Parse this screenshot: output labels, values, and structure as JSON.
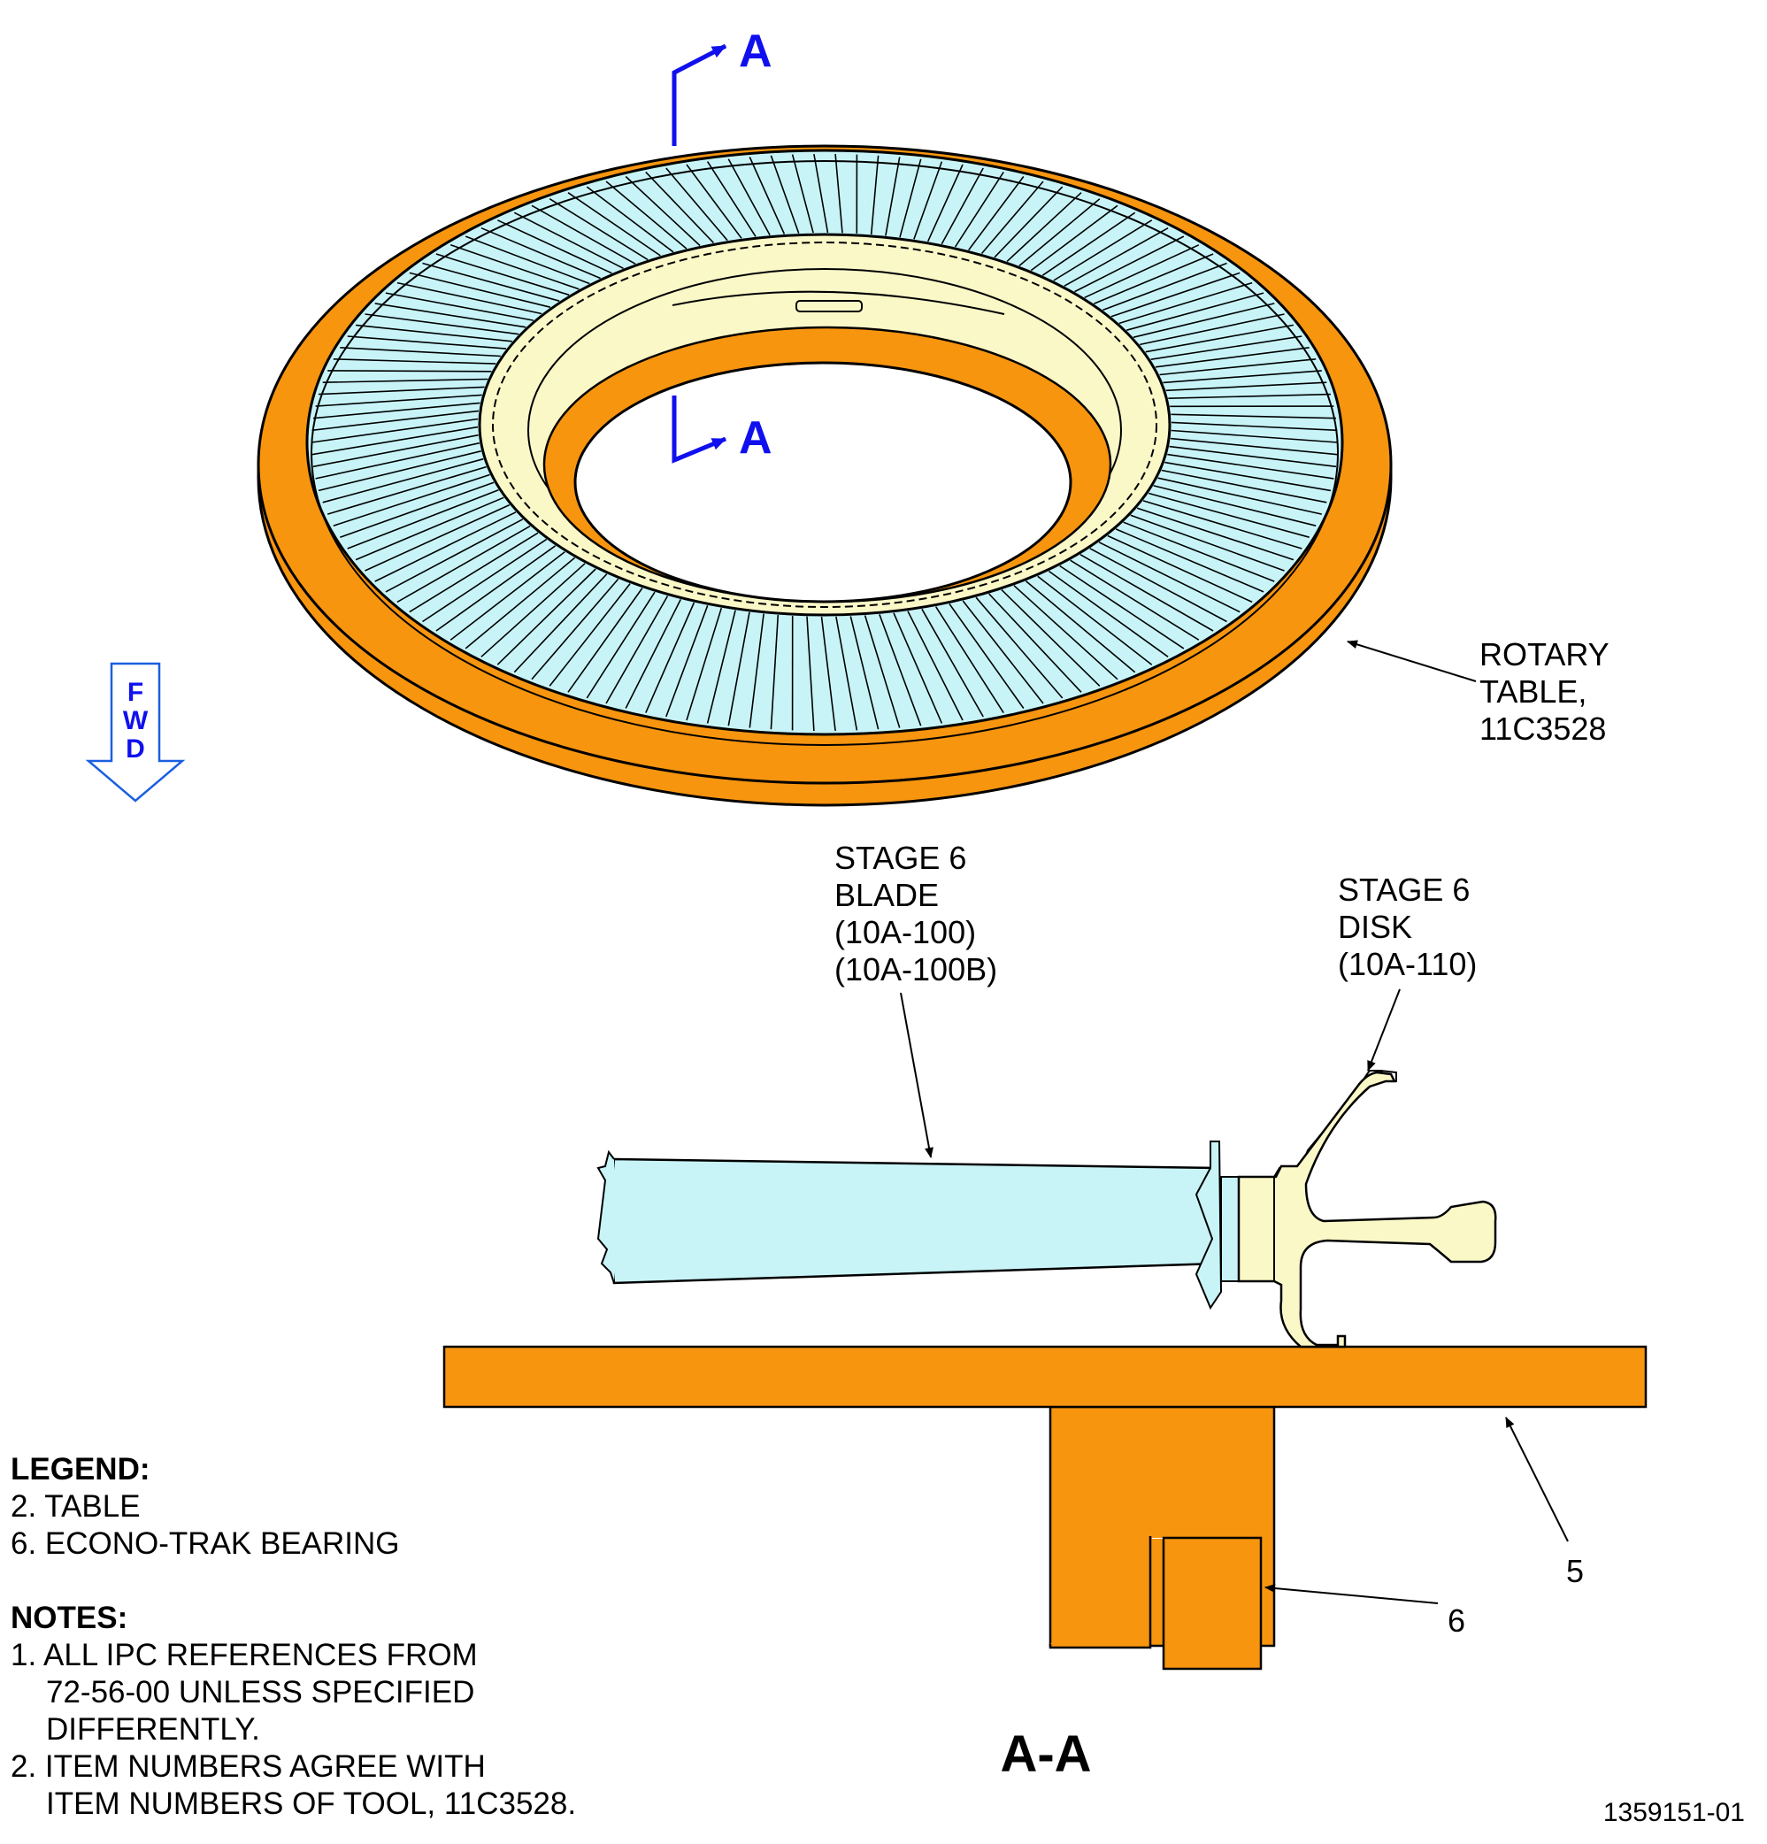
{
  "section_marker": "A",
  "view_title": "A-A",
  "fwd_letters": [
    "F",
    "W",
    "D"
  ],
  "callouts": {
    "rotary_table": [
      "ROTARY",
      "TABLE,",
      "11C3528"
    ],
    "blade": [
      "STAGE 6",
      "BLADE",
      "(10A-100)",
      "(10A-100B)"
    ],
    "disk": [
      "STAGE 6",
      "DISK",
      "(10A-110)"
    ],
    "item_5": "5",
    "item_6": "6"
  },
  "legend": {
    "title": "LEGEND:",
    "items": [
      "2. TABLE",
      "6. ECONO-TRAK BEARING"
    ]
  },
  "notes": {
    "title": "NOTES:",
    "items": [
      [
        "1. ALL IPC REFERENCES FROM",
        "72-56-00 UNLESS SPECIFIED",
        "DIFFERENTLY."
      ],
      [
        "2. ITEM NUMBERS AGREE WITH",
        "ITEM NUMBERS OF TOOL, 11C3528."
      ]
    ]
  },
  "figure_id": "1359151-01",
  "colors": {
    "orange": "#f7950f",
    "blade": "#c8f4f8",
    "disk": "#fbf8c8",
    "section_blue": "#1010ee",
    "fwd_blue": "#1a5fe0"
  }
}
